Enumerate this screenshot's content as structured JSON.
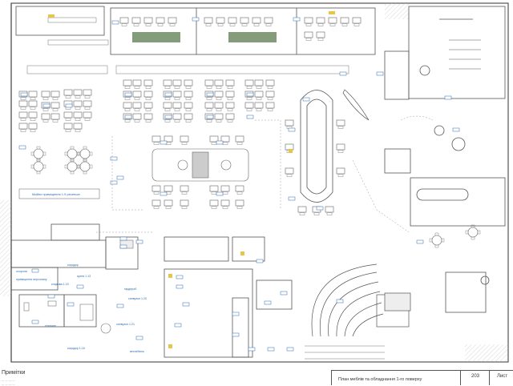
{
  "notes": {
    "heading": "Примітки",
    "lines": [
      "... ... ... ...",
      "... ... ... ..."
    ]
  },
  "stamp": {
    "title": "План меблів та обладнання 1-го поверху",
    "code": "203",
    "sheet": "Лиcт"
  },
  "labels": {
    "meeting": "Майно приміщення 1.9 ресепшн",
    "reception_a": "охорона",
    "reception_b": "приміщення персоналу",
    "reception_c": "кладова 1.15",
    "reception_d": "кухня 1.13",
    "reception_e": "коридор",
    "reception_f": "гардероб",
    "reception_g": "санвузол 1.20",
    "reception_h": "санвузол 1.21",
    "reception_i": "технічне",
    "reception_j": "коридор 1.16",
    "reception_k": "вестибюль"
  },
  "colors": {
    "line": "#555555",
    "light": "#9a9a9a",
    "tag": "#2b6cb0",
    "accent": "#6e8b62",
    "floor": "#e8e8e8",
    "yellow": "#e6c64a"
  }
}
